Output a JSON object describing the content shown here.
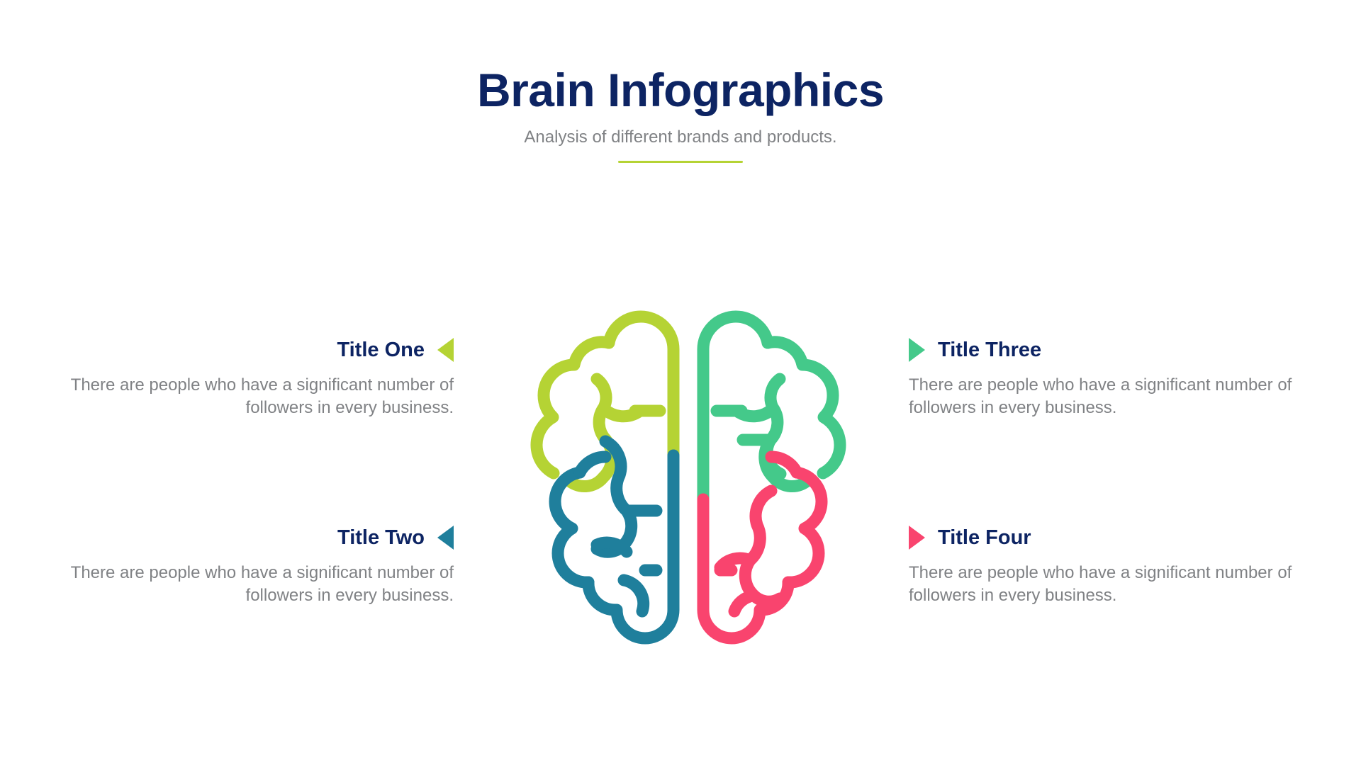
{
  "header": {
    "title": "Brain Infographics",
    "subtitle": "Analysis of different brands and products.",
    "divider_color": "#b5d334"
  },
  "colors": {
    "navy": "#0d2463",
    "gray": "#808285",
    "lime": "#b5d334",
    "mint": "#44c98a",
    "teal": "#1f7f9c",
    "pink": "#f9446e",
    "background": "#ffffff"
  },
  "items": [
    {
      "id": "title-one",
      "title": "Title One",
      "body": "There are people who have a significant number of followers in every business.",
      "color": "#b5d334",
      "marker_icon": "triangle-left-icon",
      "side": "left",
      "row": 1
    },
    {
      "id": "title-two",
      "title": "Title Two",
      "body": "There are people who have a significant number of followers in every business.",
      "color": "#1f7f9c",
      "marker_icon": "triangle-left-icon",
      "side": "left",
      "row": 2
    },
    {
      "id": "title-three",
      "title": "Title Three",
      "body": "There are people who have a significant number of followers in every business.",
      "color": "#44c98a",
      "marker_icon": "triangle-right-icon",
      "side": "right",
      "row": 1
    },
    {
      "id": "title-four",
      "title": "Title Four",
      "body": "There are people who have a significant number of followers in every business.",
      "color": "#f9446e",
      "marker_icon": "triangle-right-icon",
      "side": "right",
      "row": 2
    }
  ],
  "brain": {
    "icon": "brain-outline-icon",
    "quadrants": [
      {
        "name": "upper-left-hemisphere",
        "color": "#b5d334"
      },
      {
        "name": "upper-right-hemisphere",
        "color": "#44c98a"
      },
      {
        "name": "lower-left-hemisphere",
        "color": "#1f7f9c"
      },
      {
        "name": "lower-right-hemisphere",
        "color": "#f9446e"
      }
    ]
  }
}
